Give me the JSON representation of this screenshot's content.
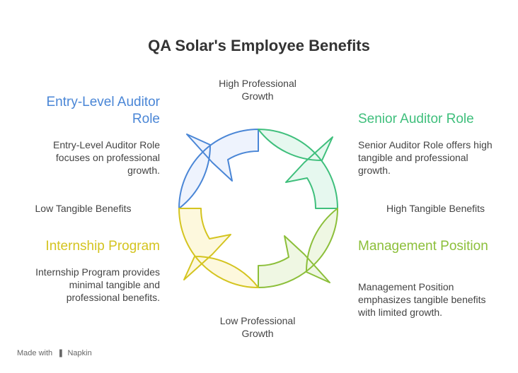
{
  "title": "QA Solar's Employee Benefits",
  "axes": {
    "top": "High Professional Growth",
    "bottom": "Low Professional Growth",
    "left": "Low Tangible Benefits",
    "right": "High Tangible Benefits"
  },
  "quadrants": {
    "top_left": {
      "title": "Entry-Level Auditor Role",
      "description": "Entry-Level Auditor Role focuses on professional growth.",
      "color": "#4a86d6"
    },
    "top_right": {
      "title": "Senior Auditor Role",
      "description": "Senior Auditor Role offers high tangible and professional growth.",
      "color": "#3fbf7c"
    },
    "bottom_left": {
      "title": "Internship Program",
      "description": "Internship Program provides minimal tangible and professional benefits.",
      "color": "#d4c420"
    },
    "bottom_right": {
      "title": "Management Position",
      "description": "Management Position emphasizes tangible benefits with limited growth.",
      "color": "#8cbf3a"
    }
  },
  "footer": {
    "made_with": "Made with",
    "brand": "Napkin",
    "logo_icon": "napkin-logo-icon"
  }
}
